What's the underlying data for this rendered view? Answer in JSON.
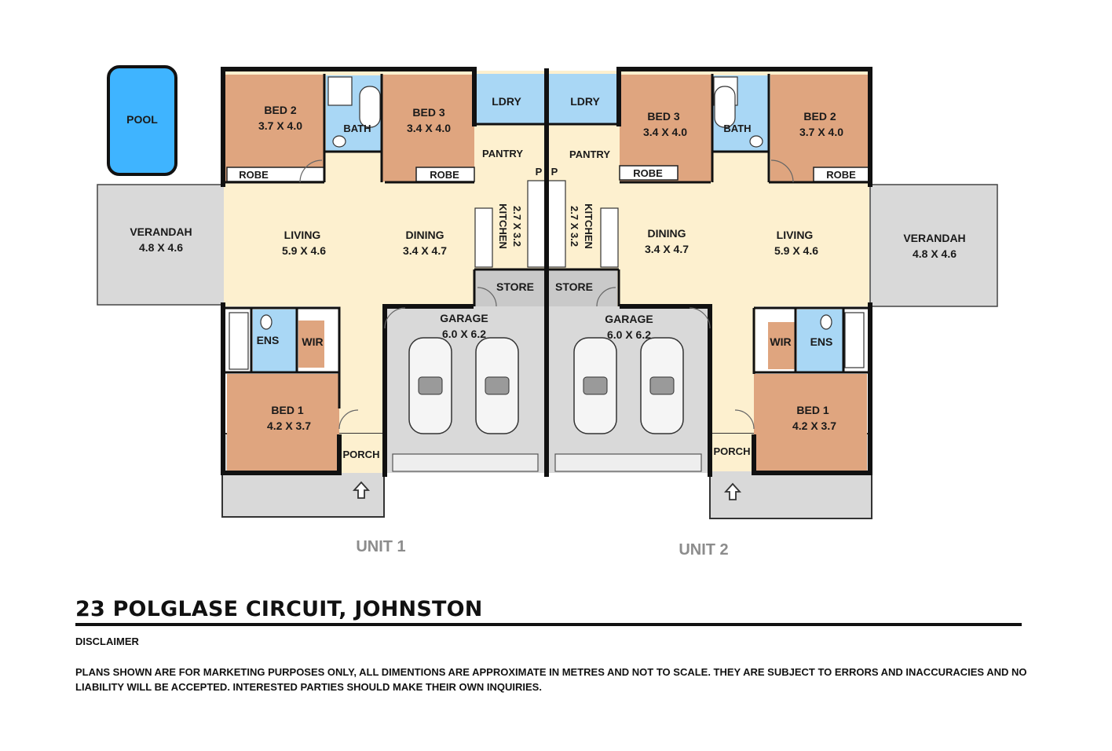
{
  "rooms": {
    "pool": "POOL",
    "u1_bed2": {
      "name": "BED 2",
      "size": "3.7 X 4.0"
    },
    "u1_bed3": {
      "name": "BED 3",
      "size": "3.4 X 4.0"
    },
    "u1_bath": "BATH",
    "u1_robe_a": "ROBE",
    "u1_robe_b": "ROBE",
    "u1_ldry": "LDRY",
    "u1_pantry": "PANTRY",
    "u1_p": "P",
    "u1_verandah": {
      "name": "VERANDAH",
      "size": "4.8 X 4.6"
    },
    "u1_living": {
      "name": "LIVING",
      "size": "5.9 X 4.6"
    },
    "u1_dining": {
      "name": "DINING",
      "size": "3.4 X 4.7"
    },
    "u1_kitchen": {
      "name": "KITCHEN",
      "size": "2.7 X 3.2"
    },
    "u1_store": "STORE",
    "u1_ens": "ENS",
    "u1_wir": "WIR",
    "u1_garage": {
      "name": "GARAGE",
      "size": "6.0 X 6.2"
    },
    "u1_bed1": {
      "name": "BED 1",
      "size": "4.2 X 3.7"
    },
    "u1_porch": "PORCH",
    "u2_bed3": {
      "name": "BED 3",
      "size": "3.4 X 4.0"
    },
    "u2_bed2": {
      "name": "BED 2",
      "size": "3.7 X 4.0"
    },
    "u2_bath": "BATH",
    "u2_robe_a": "ROBE",
    "u2_robe_b": "ROBE",
    "u2_ldry": "LDRY",
    "u2_pantry": "PANTRY",
    "u2_p": "P",
    "u2_verandah": {
      "name": "VERANDAH",
      "size": "4.8 X 4.6"
    },
    "u2_living": {
      "name": "LIVING",
      "size": "5.9 X 4.6"
    },
    "u2_dining": {
      "name": "DINING",
      "size": "3.4 X 4.7"
    },
    "u2_kitchen": {
      "name": "KITCHEN",
      "size": "2.7 X 3.2"
    },
    "u2_store": "STORE",
    "u2_ens": "ENS",
    "u2_wir": "WIR",
    "u2_garage": {
      "name": "GARAGE",
      "size": "6.0 X 6.2"
    },
    "u2_bed1": {
      "name": "BED 1",
      "size": "4.2 X 3.7"
    },
    "u2_porch": "PORCH"
  },
  "units": {
    "unit1": "UNIT 1",
    "unit2": "UNIT 2"
  },
  "address": "23 POLGLASE CIRCUIT, JOHNSTON",
  "disclaimer": {
    "heading": "DISCLAIMER",
    "text": "PLANS SHOWN ARE FOR MARKETING PURPOSES ONLY, ALL DIMENTIONS ARE APPROXIMATE IN METRES AND NOT TO SCALE. THEY ARE SUBJECT TO ERRORS AND INACCURACIES AND NO LIABILITY WILL BE ACCEPTED. INTERESTED PARTIES SHOULD MAKE THEIR OWN INQUIRIES."
  },
  "colors": {
    "bedroom": "#dfa57f",
    "living": "#fdf0cf",
    "wet_area": "#a9d7f5",
    "outdoor": "#d9d9d9",
    "pool": "#3fb4ff",
    "wall": "#111111"
  }
}
